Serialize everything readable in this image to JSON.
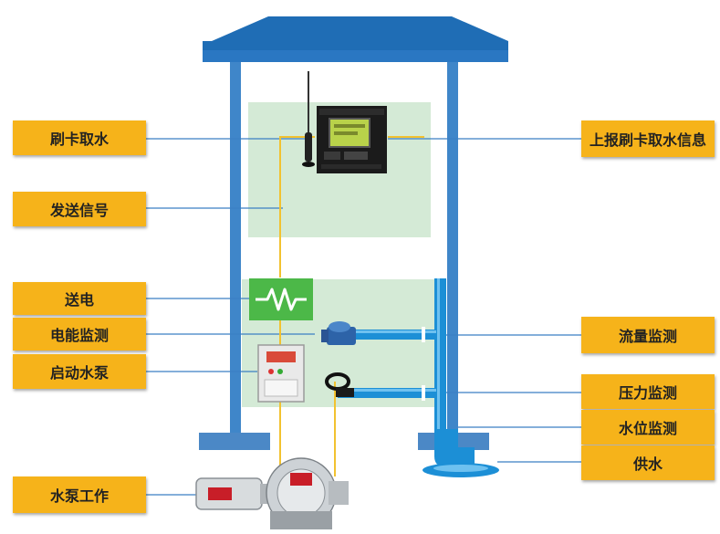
{
  "labels": {
    "left": {
      "swipe_card_water": "刷卡取水",
      "send_signal": "发送信号",
      "send_power": "送电",
      "power_monitoring": "电能监测",
      "start_pump": "启动水泵",
      "pump_working": "水泵工作"
    },
    "right": {
      "report_card_info": "上报刷卡取水信息",
      "flow_monitoring": "流量监测",
      "pressure_monitoring": "压力监测",
      "water_level_monitoring": "水位监测",
      "water_supply": "供水"
    }
  },
  "colors": {
    "label_bg": "#f6b31a",
    "structure_blue": "#3f86c9",
    "roof_blue": "#1f6db5",
    "pipe_blue": "#1c8fd6",
    "panel_green": "#cfe8d2",
    "wire_yellow": "#f2c230",
    "leader_blue": "#3a7fc4",
    "switch_green": "#4cb848"
  }
}
